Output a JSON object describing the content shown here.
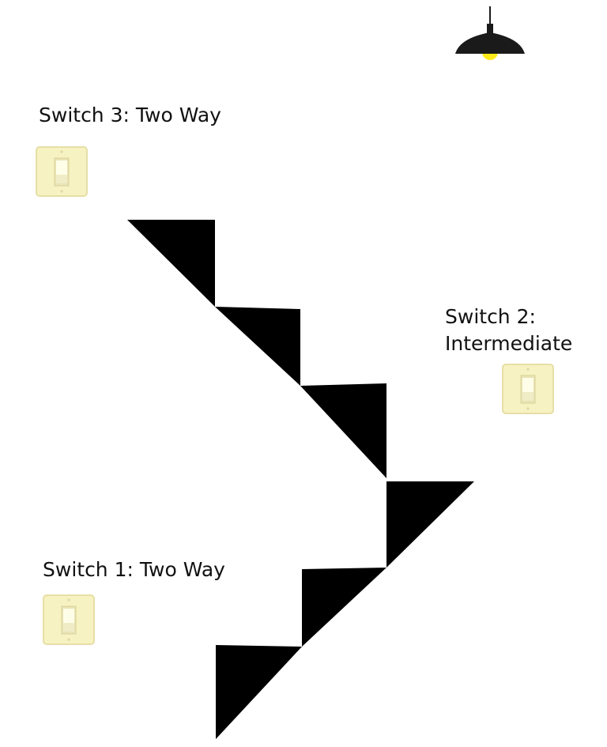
{
  "switches": [
    {
      "id": "switch-3",
      "label_line1": "Switch 3: Two Way",
      "label_line2": "",
      "type": "two-way",
      "state": "down"
    },
    {
      "id": "switch-2",
      "label_line1": "Switch 2:",
      "label_line2": "Intermediate",
      "type": "intermediate",
      "state": "down"
    },
    {
      "id": "switch-1",
      "label_line1": "Switch 1: Two Way",
      "label_line2": "",
      "type": "two-way",
      "state": "down"
    }
  ],
  "lamp": {
    "icon": "pendant-lamp-icon",
    "state": "on",
    "shade_color": "#1a1a1a",
    "bulb_color": "#ffeb1a"
  },
  "staircase": {
    "icon": "staircase-icon",
    "color": "#000000"
  },
  "colors": {
    "switch_plate": "#f6f2c2",
    "switch_border": "#e6dfa6",
    "switch_toggle": "#fefee8"
  }
}
